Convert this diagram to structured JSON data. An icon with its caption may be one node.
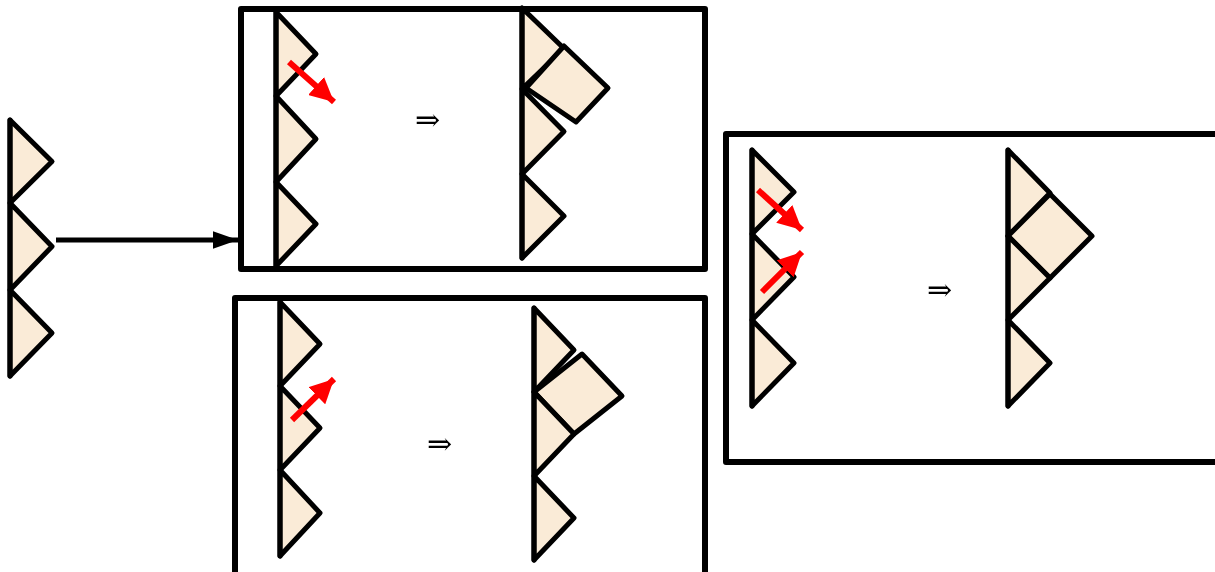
{
  "diagram": {
    "nodes": [
      {
        "text": [],
        "shape": "triangle"
      },
      {
        "text": [
          "⇒"
        ]
      },
      {
        "text": [
          "⇒"
        ]
      },
      {
        "text": [
          "⇒"
        ]
      }
    ],
    "edges": [
      {
        "from": 0,
        "to": 1,
        "arrow": "to"
      }
    ]
  }
}
